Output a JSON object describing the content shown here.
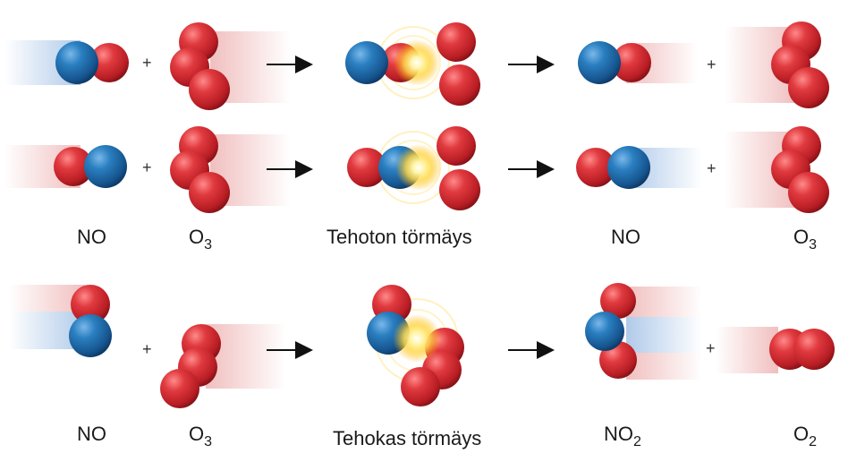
{
  "labels": {
    "no": "NO",
    "o3": "O",
    "o3_sub": "3",
    "no2": "NO",
    "no2_sub": "2",
    "o2": "O",
    "o2_sub": "2",
    "ineffective": "Tehoton törmäys",
    "effective": "Tehokas törmäys",
    "plus": "+"
  },
  "colors": {
    "oxygen": "#d42a2f",
    "nitrogen": "#1f77b4",
    "blue_trail": "#6f9fd8",
    "red_trail": "#e58a8a",
    "arrow": "#111111",
    "burst": "#ffd84a"
  }
}
